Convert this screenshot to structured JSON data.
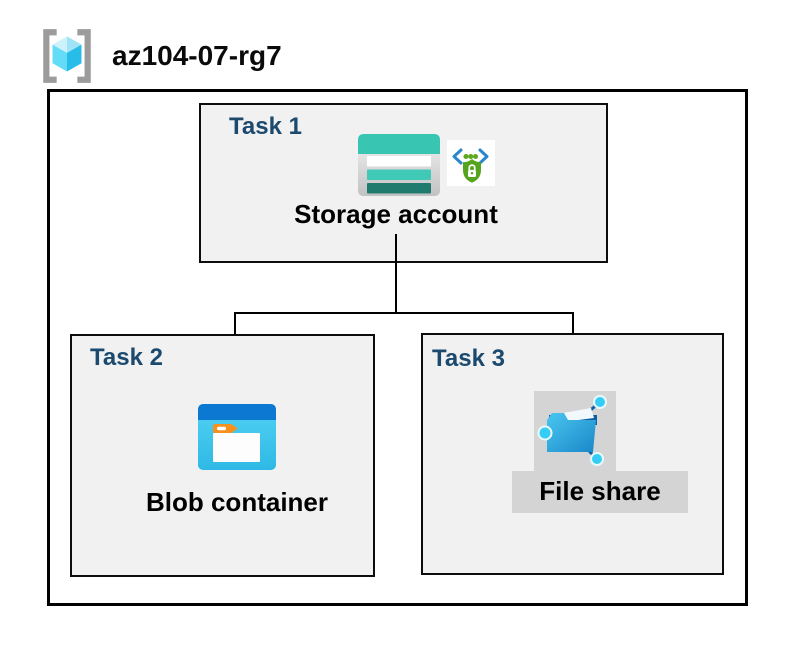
{
  "header": {
    "icon": "resource-group-icon",
    "resource_group_name": "az104-07-rg7"
  },
  "diagram": {
    "container": "resource-group-boundary",
    "tasks": [
      {
        "label": "Task 1",
        "item_label": "Storage account",
        "icons": [
          "storage-account-icon",
          "secure-access-icon"
        ]
      },
      {
        "label": "Task 2",
        "item_label": "Blob container",
        "icons": [
          "blob-container-icon"
        ]
      },
      {
        "label": "Task 3",
        "item_label": "File share",
        "icons": [
          "file-share-icon"
        ]
      }
    ],
    "connections": [
      {
        "from": "Storage account",
        "to": "Blob container"
      },
      {
        "from": "Storage account",
        "to": "File share"
      }
    ]
  },
  "colors": {
    "task_label_navy": "#1B4A6E",
    "box_fill": "#F1F1F1",
    "box_border": "#000000",
    "storage_teal": "#38C5B2",
    "storage_teal_dark": "#207B6F",
    "blob_header_blue": "#0D78D1",
    "blob_body_cyan": "#3EC6EE",
    "blob_tab_orange": "#F6901E",
    "fileshare_folder_blue": "#2BA7DF",
    "fileshare_flap_navy": "#0A5EA2",
    "fileshare_node_cyan": "#35CDF6",
    "secure_shield_green": "#54A51D",
    "secure_bracket_blue": "#2B87CC",
    "rg_cube_cyan": "#50D7F5",
    "rg_bracket_gray": "#9C9C9C",
    "gray_highlight": "#D4D4D4"
  }
}
